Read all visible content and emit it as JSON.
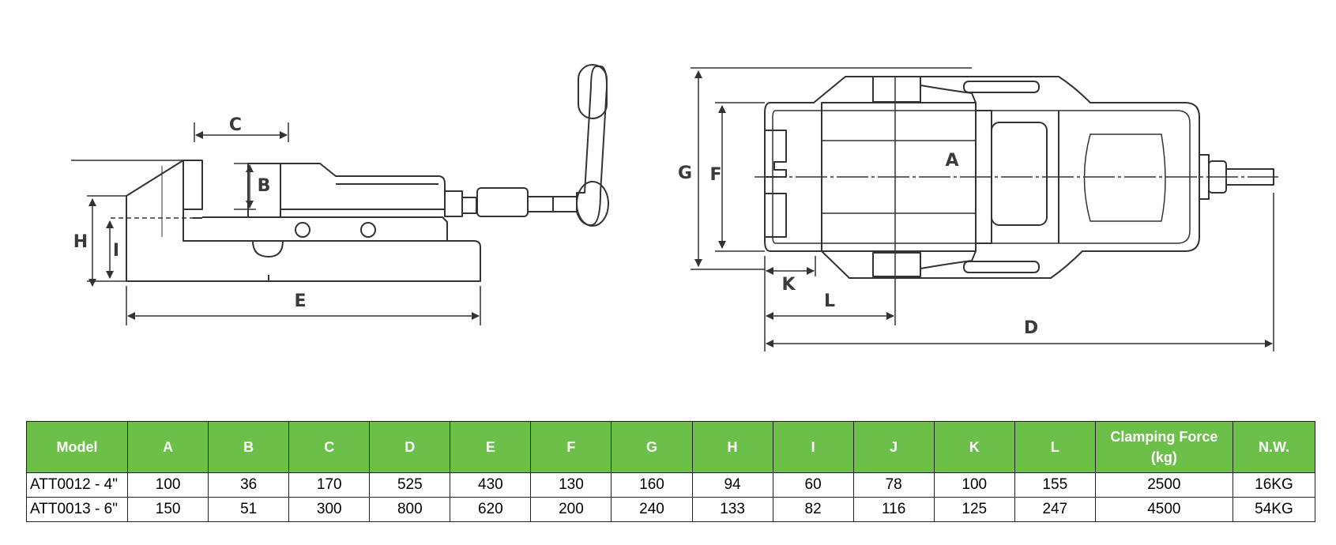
{
  "drawing": {
    "side_view_labels": {
      "c": "C",
      "b": "B",
      "h": "H",
      "i": "I",
      "e": "E"
    },
    "top_view_labels": {
      "g": "G",
      "f": "F",
      "a": "A",
      "k": "K",
      "l": "L",
      "d": "D"
    }
  },
  "table": {
    "headers": [
      "Model",
      "A",
      "B",
      "C",
      "D",
      "E",
      "F",
      "G",
      "H",
      "I",
      "J",
      "K",
      "L",
      "Clamping Force (kg)",
      "N.W."
    ],
    "rows": [
      [
        "ATT0012 - 4\"",
        "100",
        "36",
        "170",
        "525",
        "430",
        "130",
        "160",
        "94",
        "60",
        "78",
        "100",
        "155",
        "2500",
        "16KG"
      ],
      [
        "ATT0013 - 6\"",
        "150",
        "51",
        "300",
        "800",
        "620",
        "200",
        "240",
        "133",
        "82",
        "116",
        "125",
        "247",
        "4500",
        "54KG"
      ]
    ]
  },
  "colors": {
    "header_green": "#6cc04a",
    "line": "#333333"
  }
}
